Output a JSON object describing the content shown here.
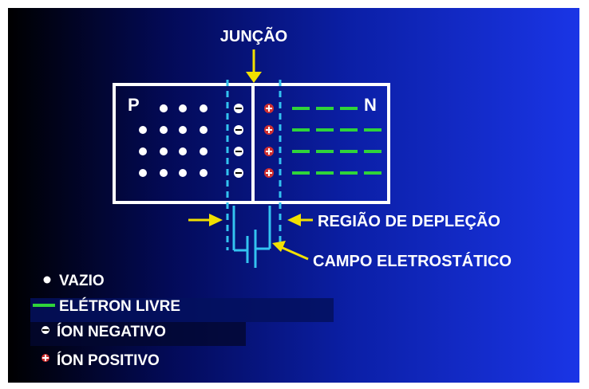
{
  "diagram": {
    "junction_label": "JUNÇÃO",
    "p_label": "P",
    "n_label": "N",
    "depletion_label": "REGIÃO DE DEPLEÇÃO",
    "field_label": "CAMPO ELETROSTÁTICO",
    "negative_ion_sign": "−",
    "positive_ion_sign": "+"
  },
  "legend": {
    "items": [
      {
        "key": "hole",
        "label": "VAZIO"
      },
      {
        "key": "free-electron",
        "label": "ELÉTRON LIVRE"
      },
      {
        "key": "negative-ion",
        "label": "ÍON NEGATIVO"
      },
      {
        "key": "positive-ion",
        "label": "ÍON POSITIVO"
      }
    ]
  },
  "colors": {
    "outline": "#ffffff",
    "dashed_lines": "#33c3f0",
    "free_electron": "#2fd43a",
    "positive_ion": "#d03030",
    "arrows": "#f2e000",
    "hole": "#ffffff"
  }
}
